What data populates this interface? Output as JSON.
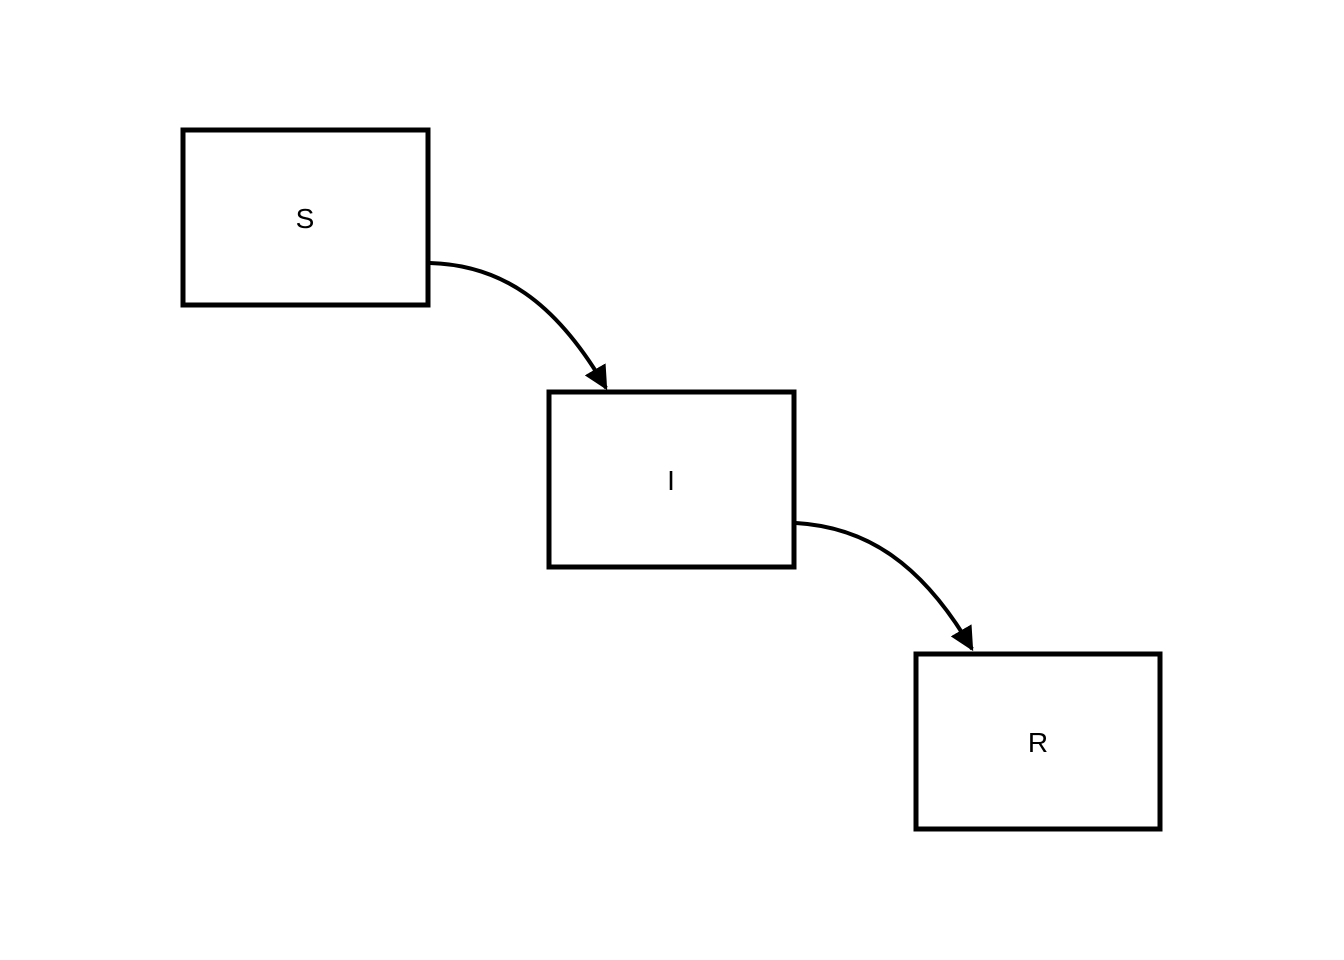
{
  "diagram": {
    "type": "flowchart",
    "colors": {
      "background": "#ffffff",
      "stroke": "#000000",
      "text": "#000000"
    },
    "nodes": [
      {
        "id": "S",
        "label": "S"
      },
      {
        "id": "I",
        "label": "I"
      },
      {
        "id": "R",
        "label": "R"
      }
    ],
    "edges": [
      {
        "from": "S",
        "to": "I"
      },
      {
        "from": "I",
        "to": "R"
      }
    ]
  }
}
